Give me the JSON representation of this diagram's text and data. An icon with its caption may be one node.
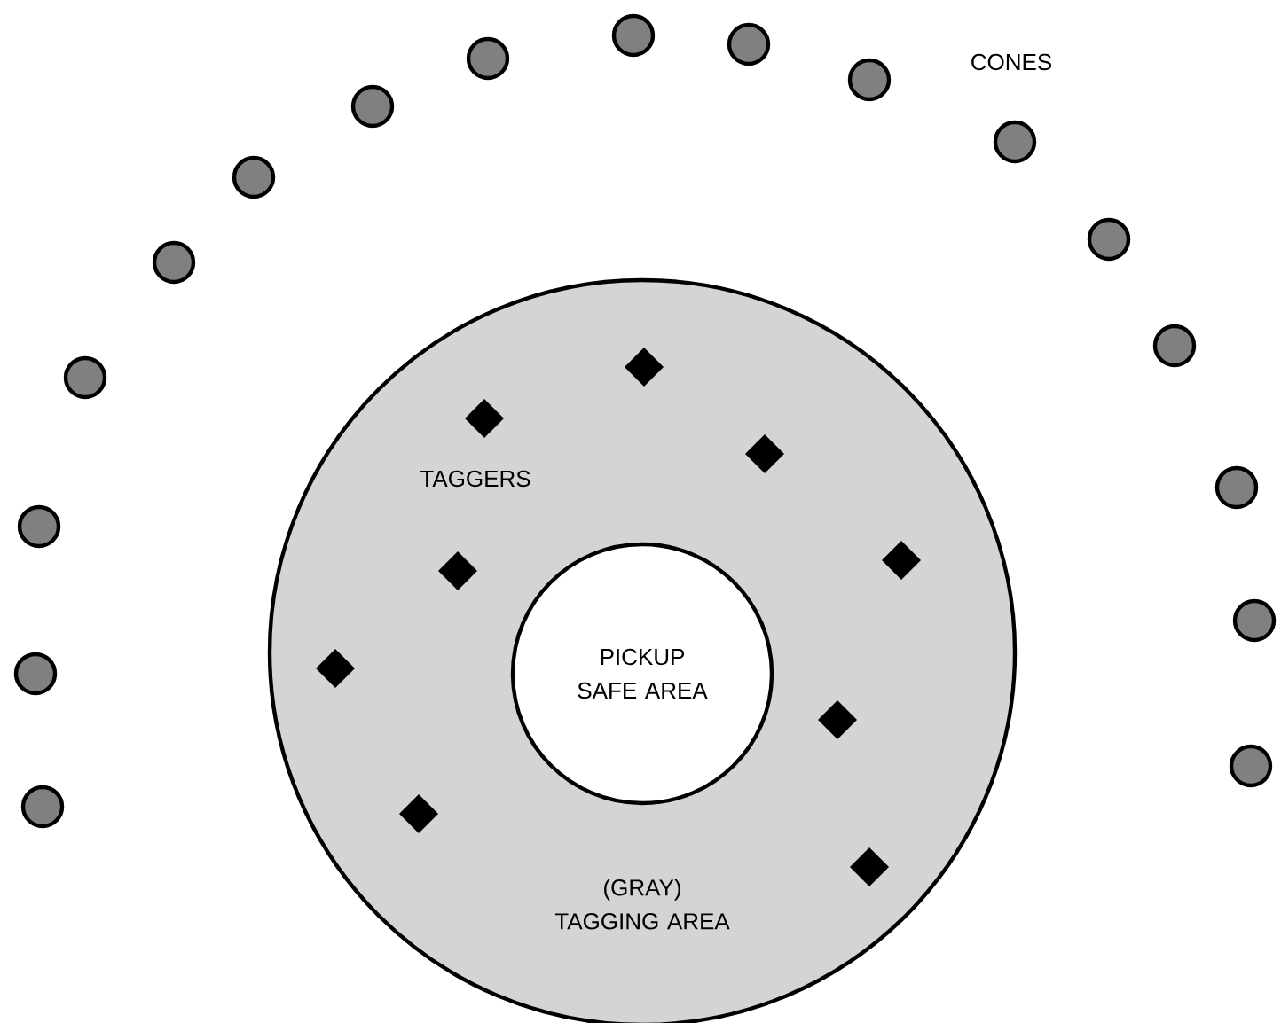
{
  "diagram": {
    "nodes": [
      {
        "text": [
          "(GRAY) TAGGING AREA"
        ]
      },
      {
        "text": [
          "PICKUP SAFE AREA"
        ],
        "in": 0
      }
    ],
    "labels": [
      "CONES",
      "TAGGERS"
    ]
  }
}
